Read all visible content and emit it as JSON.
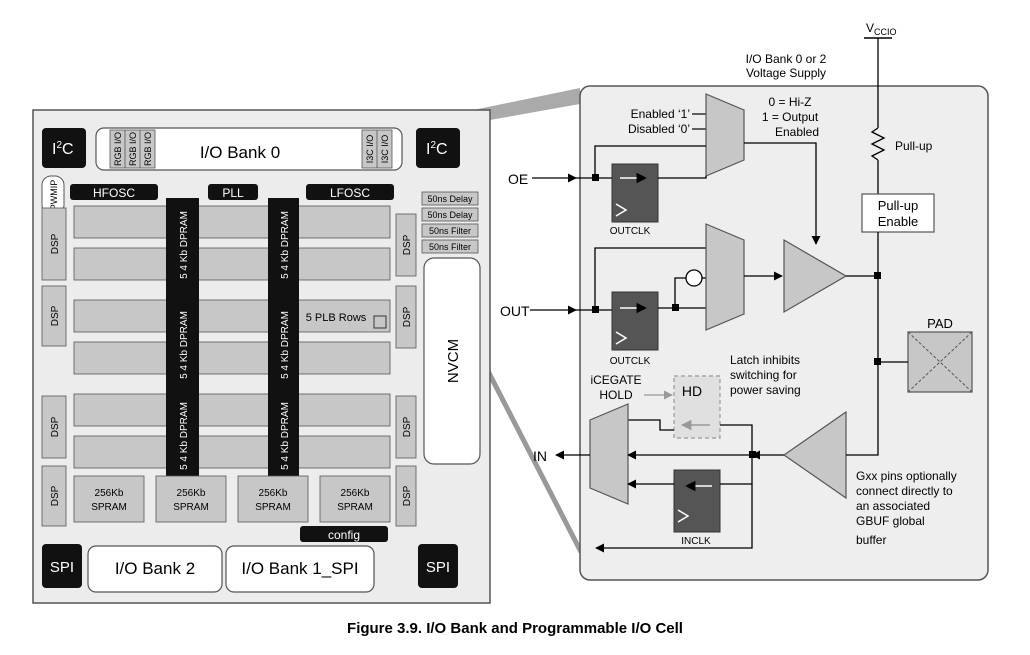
{
  "colors": {
    "block_fill": "#c7c7c7",
    "block_dark": "#111111",
    "panel_fill": "#eeeeee",
    "outline": "#555555",
    "register_fill": "#555555",
    "hd_fill": "#e0e0e0"
  },
  "chip": {
    "i2c_left": {
      "main": "I",
      "sup": "2",
      "tail": "C"
    },
    "i2c_right": {
      "main": "I",
      "sup": "2",
      "tail": "C"
    },
    "io_bank0": "I/O Bank 0",
    "rgb_io": [
      "RGB I/O",
      "RGB I/O",
      "RGB I/O"
    ],
    "i3c_io": [
      "I3C I/O",
      "I3C I/O"
    ],
    "pwmip": "PWMIP",
    "hfosc": "HFOSC",
    "pll": "PLL",
    "lfosc": "LFOSC",
    "delays": [
      "50ns Delay",
      "50ns Delay",
      "50ns Filter",
      "50ns Filter"
    ],
    "dsp": [
      "DSP",
      "DSP",
      "DSP",
      "DSP",
      "DSP",
      "DSP",
      "DSP",
      "DSP"
    ],
    "dpram_left": [
      "5 4 Kb DPRAM",
      "5 4 Kb DPRAM",
      "5 4 Kb DPRAM"
    ],
    "dpram_right": [
      "5 4 Kb DPRAM",
      "5 4 Kb DPRAM",
      "5 4 Kb DPRAM"
    ],
    "plb_rows": "5 PLB Rows",
    "nvcm": "NVCM",
    "spram": [
      "256Kb SPRAM",
      "256Kb SPRAM",
      "256Kb SPRAM",
      "256Kb SPRAM"
    ],
    "spram_lines": [
      "256Kb",
      "SPRAM"
    ],
    "config": "config",
    "spi_left": "SPI",
    "spi_right": "SPI",
    "io_bank2": "I/O Bank 2",
    "io_bank1": "I/O Bank 1_SPI"
  },
  "iocell": {
    "vccio_main": "V",
    "vccio_sub": "CCIO",
    "voltage_supply": [
      "I/O Bank 0 or 2",
      "Voltage Supply"
    ],
    "enabled": "Enabled ‘1’",
    "disabled": "Disabled ‘0’",
    "hiz": [
      "0 = Hi-Z",
      "1 = Output",
      "Enabled"
    ],
    "pullup": "Pull-up",
    "pullup_enable": [
      "Pull-up",
      "Enable"
    ],
    "oe": "OE",
    "out": "OUT",
    "in": "IN",
    "outclk1": "OUTCLK",
    "outclk2": "OUTCLK",
    "inclk": "INCLK",
    "pad": "PAD",
    "latch": [
      "Latch inhibits",
      "switching for",
      "power saving"
    ],
    "icegate": [
      "iCEGATE",
      "HOLD"
    ],
    "hd": "HD",
    "gxx": [
      "Gxx pins optionally",
      "connect directly to",
      "an associated",
      "GBUF global",
      "buffer"
    ]
  },
  "caption": "Figure 3.9. I/O Bank and Programmable I/O Cell"
}
